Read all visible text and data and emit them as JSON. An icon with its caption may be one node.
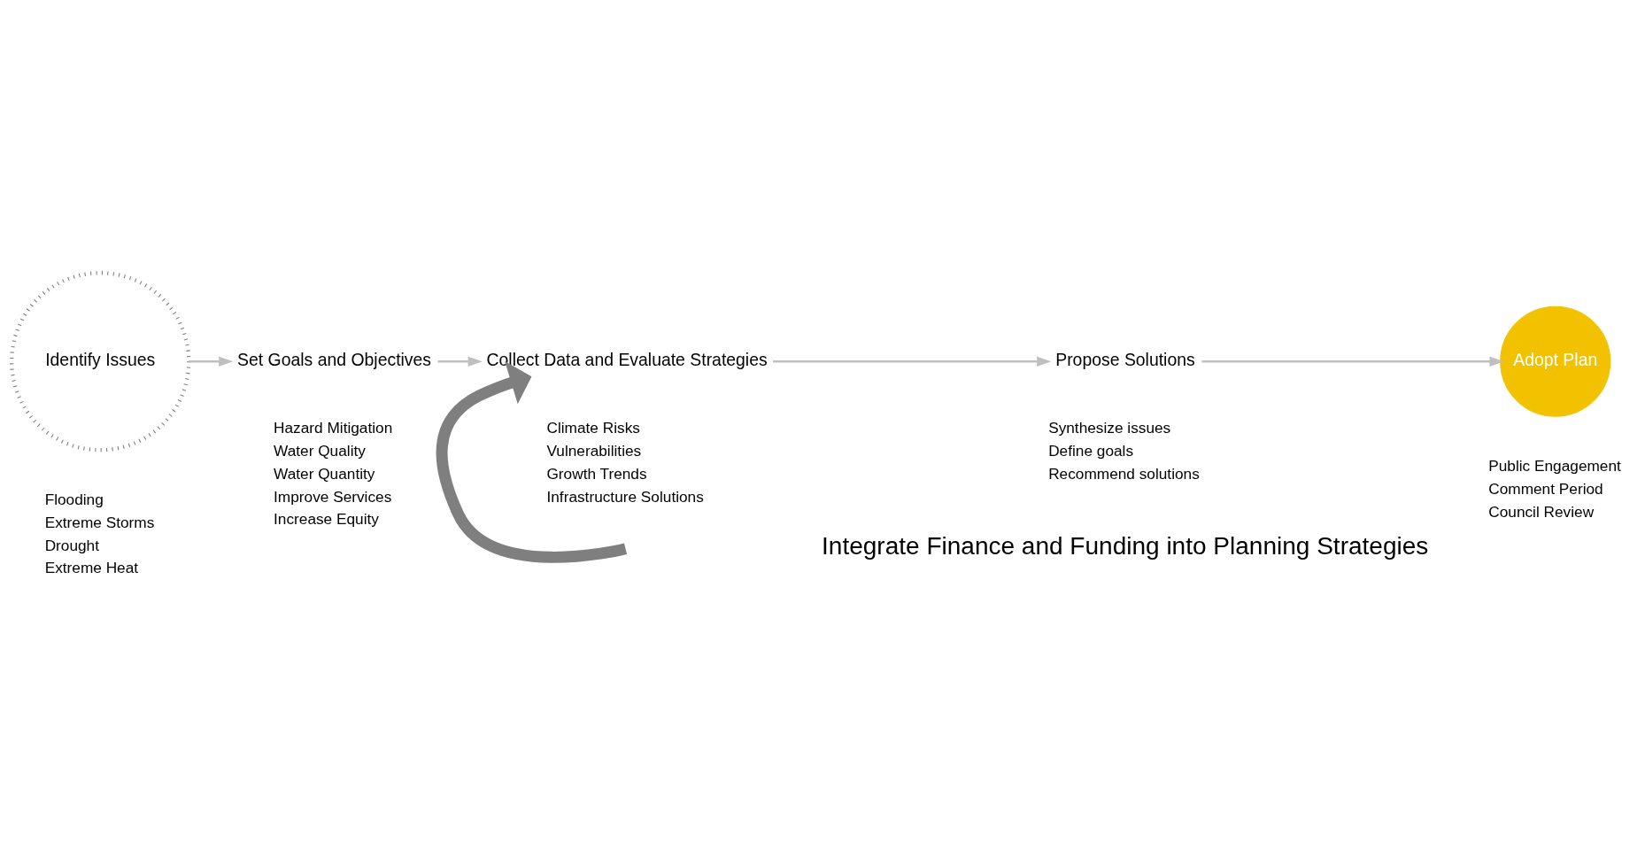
{
  "diagram": {
    "nodes": [
      {
        "text": [
          "Identify Issues"
        ],
        "beside": [
          "Flooding",
          "Extreme Storms",
          "Drought",
          "Extreme Heat"
        ]
      },
      {
        "text": [
          "Set Goals and Objectives"
        ],
        "beside": [
          "Hazard Mitigation",
          "Water Quality",
          "Water Quantity",
          "Improve Services",
          "Increase Equity"
        ]
      },
      {
        "text": [
          "Collect Data and Evaluate Strategies"
        ],
        "beside": [
          "Climate Risks",
          "Vulnerabilities",
          "Growth Trends",
          "Infrastructure Solutions"
        ]
      },
      {
        "text": [
          "Propose Solutions"
        ],
        "beside": [
          "Synthesize issues",
          "Define goals",
          "Recommend solutions"
        ]
      },
      {
        "text": [
          "Adopt Plan"
        ],
        "beside": [
          "Public Engagement",
          "Comment Period",
          "Council Review"
        ]
      }
    ],
    "edges": [
      {
        "from": 0,
        "to": 1,
        "arrow": "to"
      },
      {
        "from": 1,
        "to": 2,
        "arrow": "to"
      },
      {
        "from": 2,
        "to": 3,
        "arrow": "to"
      },
      {
        "from": 3,
        "to": 4,
        "arrow": "to"
      },
      {
        "from": null,
        "to": 2,
        "arrow": "to",
        "style": "thick",
        "color": "#7f7f7f"
      }
    ],
    "labels": [
      "Integrate Finance and Funding into Planning Strategies"
    ]
  }
}
